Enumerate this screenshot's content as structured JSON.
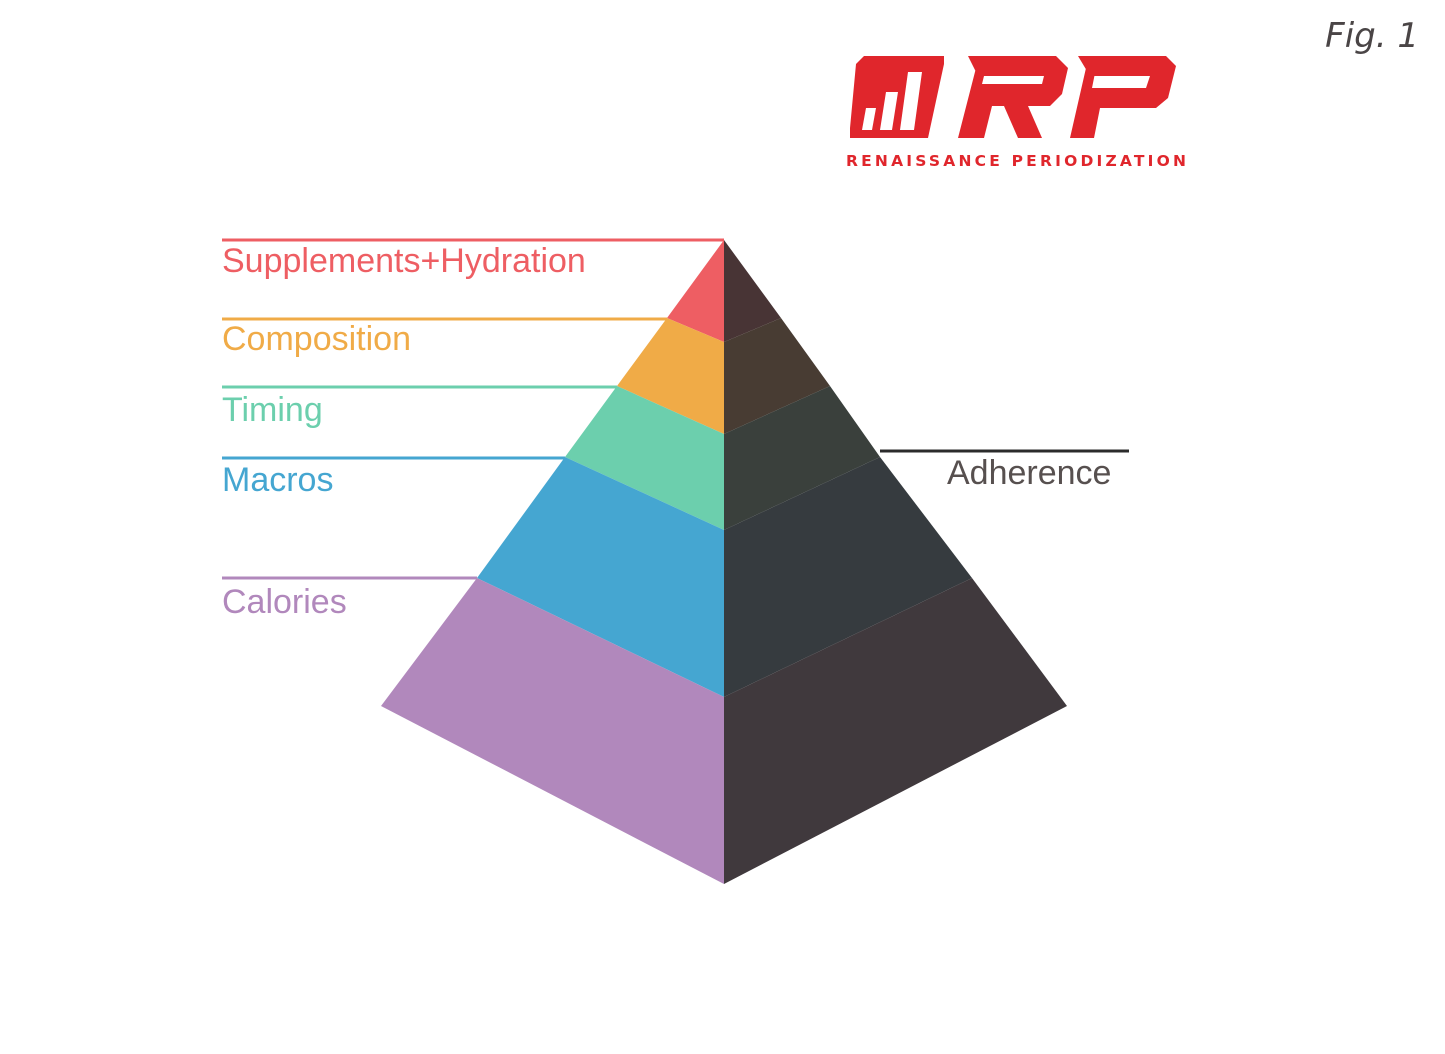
{
  "figure_label": "Fig. 1",
  "logo": {
    "mark": "RP",
    "subtitle": "RENAISSANCE PERIODIZATION",
    "color": "#e0262c",
    "icon": "bar-chart-icon"
  },
  "pyramid": {
    "tiers": [
      {
        "label": "Supplements+Hydration",
        "color": "#ee5e63",
        "shade": "#483435"
      },
      {
        "label": "Composition",
        "color": "#f0ab47",
        "shade": "#483c33"
      },
      {
        "label": "Timing",
        "color": "#6ccfad",
        "shade": "#3a403c"
      },
      {
        "label": "Macros",
        "color": "#45a6d1",
        "shade": "#363b3f"
      },
      {
        "label": "Calories",
        "color": "#b188bc",
        "shade": "#40393d"
      }
    ],
    "side_label": "Adherence",
    "side_color": "#2b2b2b"
  }
}
